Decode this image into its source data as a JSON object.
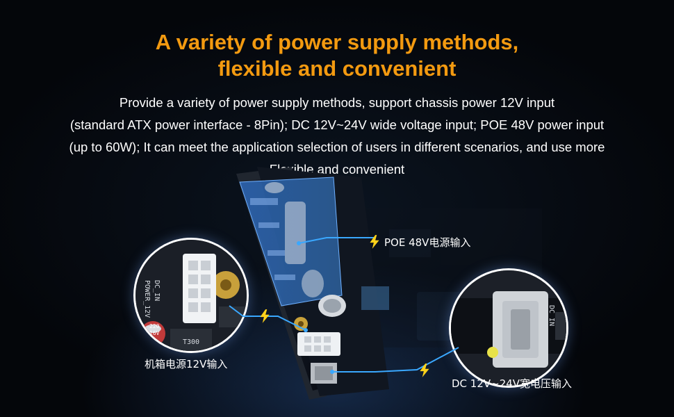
{
  "heading": {
    "line1": "A variety of power supply methods,",
    "line2": "flexible and convenient"
  },
  "description": {
    "line1": "Provide a variety of power supply methods, support chassis power 12V input",
    "line2": "(standard ATX power interface - 8Pin); DC 12V~24V wide voltage input; POE 48V power input",
    "line3": "(up to 60W); It can meet the application selection of users in different scenarios, and use more",
    "line4": "Flexible and convenient"
  },
  "callouts": {
    "poe": "POE 48V电源输入",
    "chassis": "机箱电源12V输入",
    "dc": "DC 12V~24V宽电压输入"
  },
  "board_text": {
    "power_label": "POWER_12V",
    "dc_in": "DC_IN",
    "cap_value": "220",
    "cap_voltage": "16V",
    "inductor": "T300"
  },
  "colors": {
    "title": "#f39a10",
    "callout_line": "#3aa8ff",
    "bolt": "#ffd21a"
  },
  "icons": [
    "lightning-bolt-icon"
  ]
}
